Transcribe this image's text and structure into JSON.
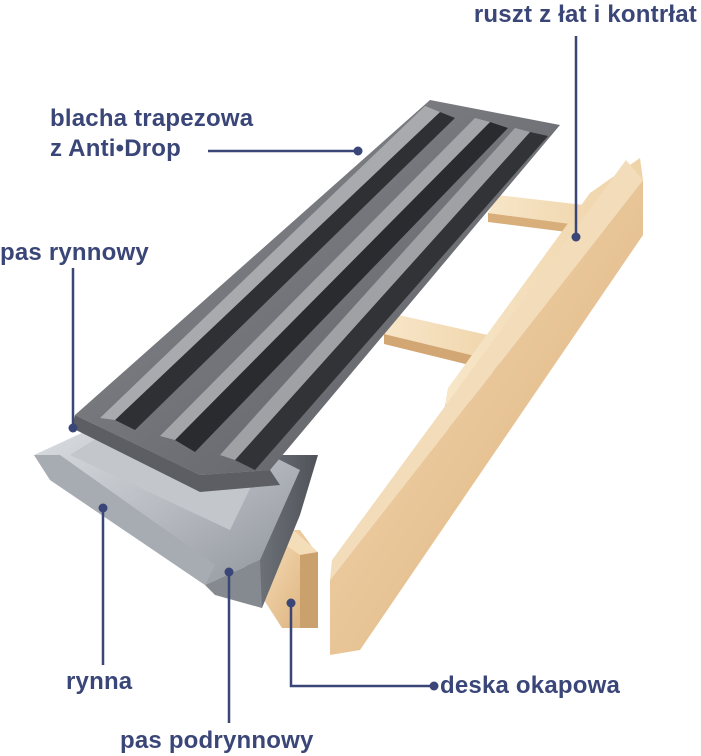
{
  "labels": {
    "ruszt": "ruszt z łat i kontrłat",
    "blacha_line1": "blacha trapezowa",
    "blacha_line2": "z Anti•Drop",
    "pas_rynnowy": "pas rynnowy",
    "rynna": "rynna",
    "pas_podrynnowy": "pas podrynnowy",
    "deska_okapowa": "deska okapowa"
  },
  "colors": {
    "label_text": "#3a4677",
    "leader_line": "#3a4677",
    "wood_light": "#f2d9b3",
    "wood_mid": "#e6c394",
    "wood_dark": "#c99a66",
    "steel_light": "#b9b9bd",
    "steel_mid": "#7d7f84",
    "steel_dark": "#3b3c40",
    "galvanized": "#c9cdd2"
  }
}
